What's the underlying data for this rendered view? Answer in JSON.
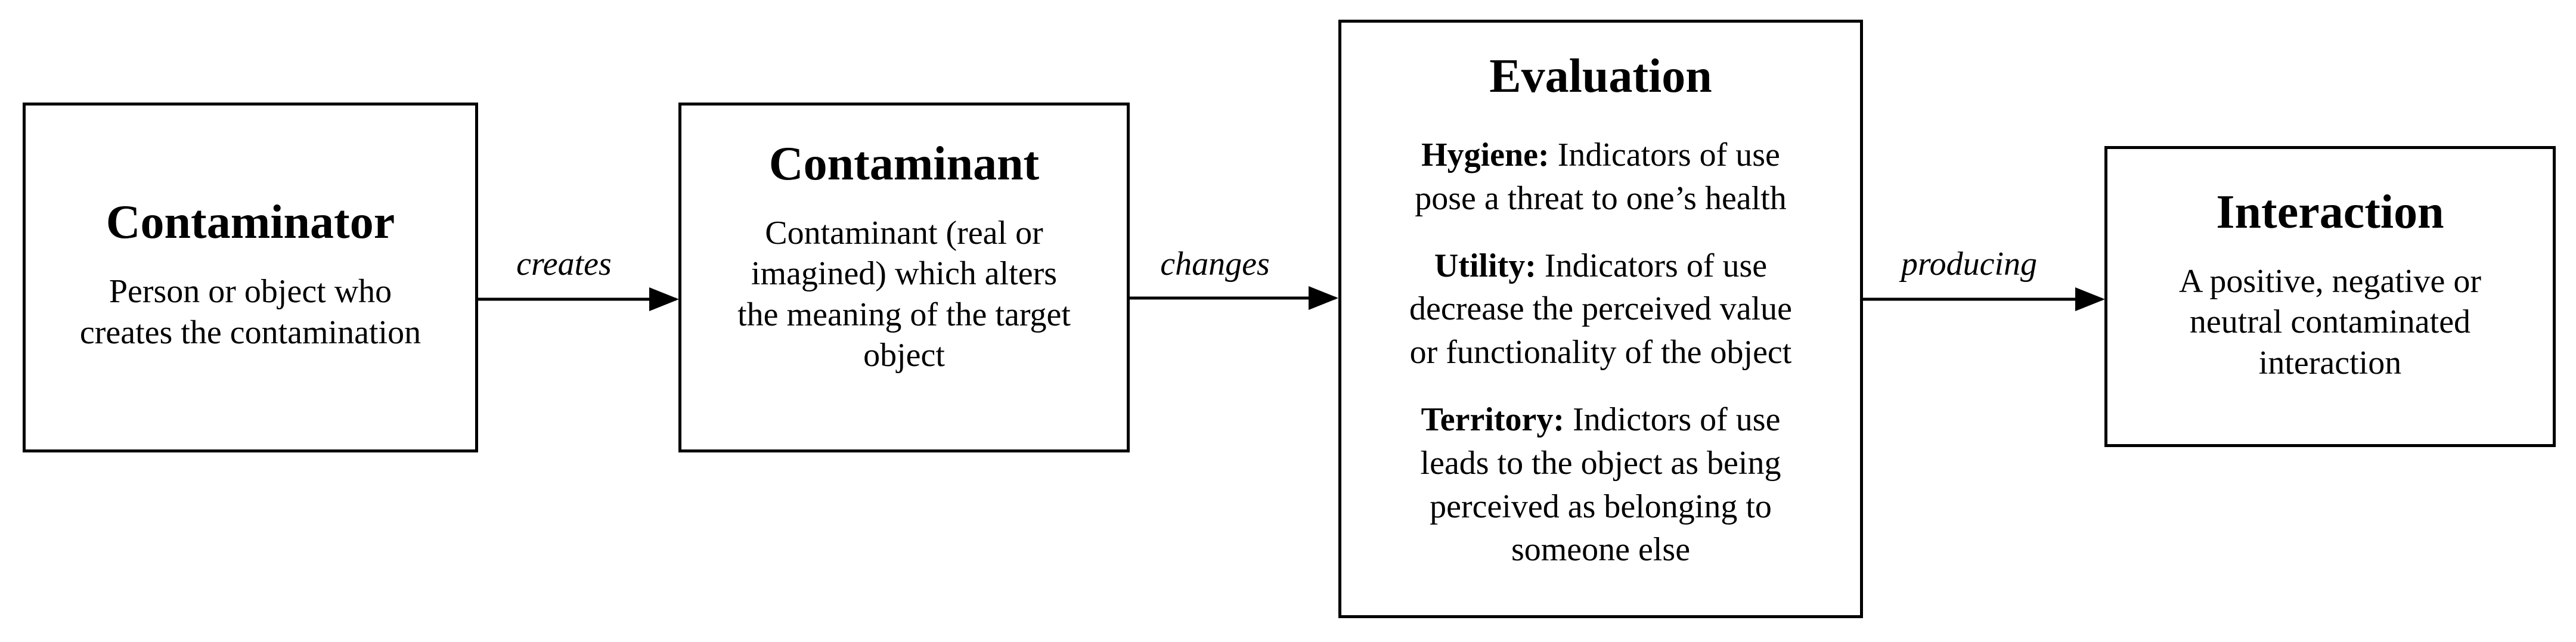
{
  "boxes": {
    "contaminator": {
      "title": "Contaminator",
      "lines": [
        "Person or object who",
        "creates the contamination"
      ]
    },
    "contaminant": {
      "title": "Contaminant",
      "lines": [
        "Contaminant (real or",
        "imagined) which alters",
        "the meaning of the target",
        "object"
      ]
    },
    "evaluation": {
      "title": "Evaluation",
      "items": [
        {
          "name": "Hygiene:",
          "lines": [
            " Indicators of use",
            "pose a threat to one’s health"
          ]
        },
        {
          "name": "Utility:",
          "lines": [
            " Indicators of use",
            "decrease the perceived value",
            "or functionality of the object"
          ]
        },
        {
          "name": "Territory:",
          "lines": [
            " Indictors of use",
            "leads to the object as being",
            "perceived as belonging to",
            "someone else"
          ]
        }
      ]
    },
    "interaction": {
      "title": "Interaction",
      "lines": [
        "A positive, negative or",
        "neutral contaminated",
        "interaction"
      ]
    }
  },
  "arrows": {
    "creates": "creates",
    "changes": "changes",
    "producing": "producing"
  }
}
